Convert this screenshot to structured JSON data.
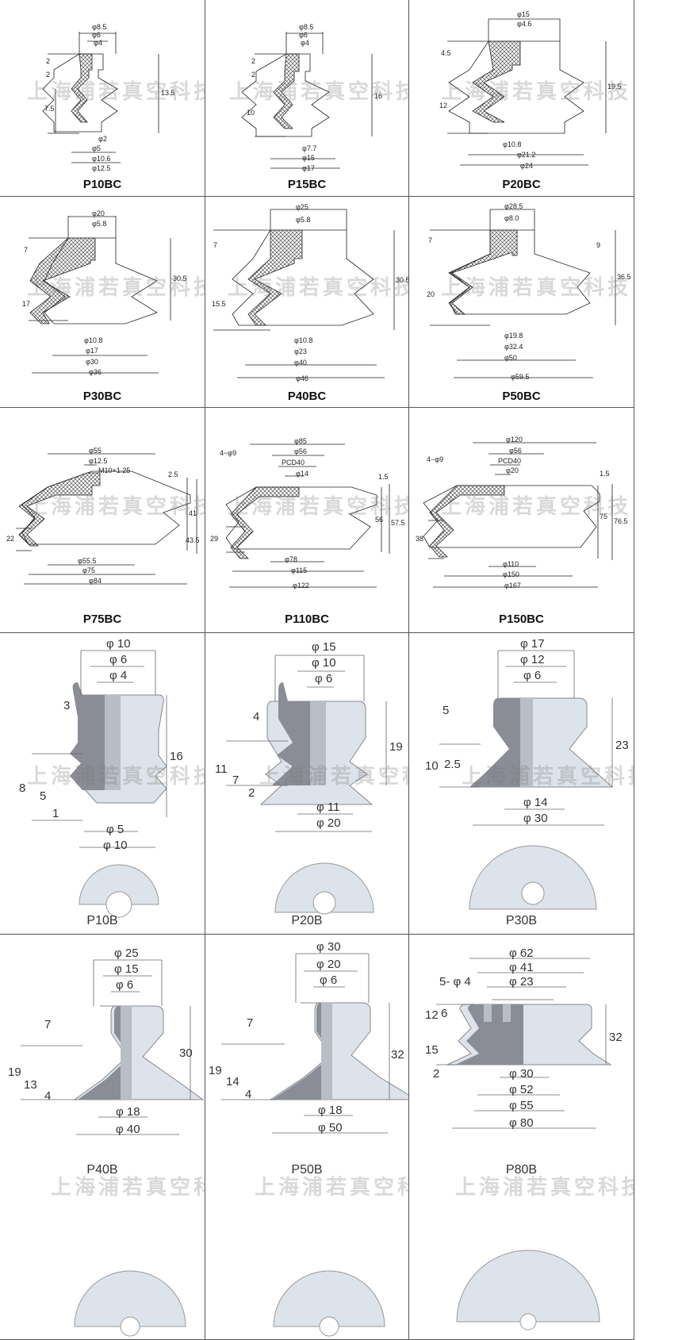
{
  "cells": [
    {
      "model": "P10BC",
      "dims": [
        "φ8.5",
        "φ6",
        "φ4",
        "2",
        "2",
        "7.5",
        "13.5",
        "φ2",
        "φ5",
        "φ10.6",
        "φ12.5"
      ]
    },
    {
      "model": "P15BC",
      "dims": [
        "φ8.5",
        "φ6",
        "φ4",
        "2",
        "2",
        "10",
        "16",
        "φ7.7",
        "φ15",
        "φ17"
      ]
    },
    {
      "model": "P20BC",
      "dims": [
        "φ15",
        "φ4.6",
        "4.5",
        "12",
        "19.5",
        "φ10.8",
        "φ21.2",
        "φ24"
      ]
    },
    {
      "model": "P30BC",
      "dims": [
        "φ20",
        "φ5.8",
        "7",
        "17",
        "30.5",
        "φ10.8",
        "φ17",
        "φ30",
        "φ36"
      ]
    },
    {
      "model": "P40BC",
      "dims": [
        "φ25",
        "φ5.8",
        "7",
        "15.5",
        "30.5",
        "φ10.8",
        "φ23",
        "φ40",
        "φ46"
      ]
    },
    {
      "model": "P50BC",
      "dims": [
        "φ28.5",
        "φ8.0",
        "7",
        "20",
        "9",
        "36.5",
        "φ19.8",
        "φ32.4",
        "φ50",
        "φ59.5"
      ]
    },
    {
      "model": "P75BC",
      "dims": [
        "φ55",
        "φ12.5",
        "M10×1.25",
        "2.5",
        "22",
        "41",
        "43.5",
        "φ55.5",
        "φ75",
        "φ84"
      ]
    },
    {
      "model": "P110BC",
      "dims": [
        "4−φ9",
        "φ85",
        "φ56",
        "PCD40",
        "φ14",
        "1.5",
        "29",
        "56",
        "57.5",
        "φ78",
        "φ115",
        "φ122"
      ]
    },
    {
      "model": "P150BC",
      "dims": [
        "φ120",
        "φ56",
        "4−φ9",
        "PCD40",
        "φ20",
        "1.5",
        "38",
        "75",
        "76.5",
        "φ110",
        "φ150",
        "φ167"
      ]
    },
    {
      "model": "P10B",
      "dims": [
        "φ 10",
        "φ 6",
        "φ 4",
        "3",
        "16",
        "8",
        "5",
        "1",
        "φ 5",
        "φ 10"
      ]
    },
    {
      "model": "P20B",
      "dims": [
        "φ 15",
        "φ 10",
        "φ 6",
        "4",
        "19",
        "11",
        "7",
        "2",
        "φ 11",
        "φ 20"
      ]
    },
    {
      "model": "P30B",
      "dims": [
        "φ 17",
        "φ 12",
        "φ 6",
        "5",
        "23",
        "10",
        "2.5",
        "φ 14",
        "φ 30"
      ]
    },
    {
      "model": "P40B",
      "dims": [
        "φ 25",
        "φ 15",
        "φ 6",
        "7",
        "30",
        "19",
        "13",
        "4",
        "φ 18",
        "φ 40"
      ]
    },
    {
      "model": "P50B",
      "dims": [
        "φ 30",
        "φ 20",
        "φ 6",
        "7",
        "32",
        "19",
        "14",
        "4",
        "φ 18",
        "φ 50"
      ]
    },
    {
      "model": "P80B",
      "dims": [
        "φ 62",
        "φ 41",
        "5- φ 4",
        "φ 23",
        "12",
        "6",
        "32",
        "15",
        "2",
        "φ 30",
        "φ 52",
        "φ 55",
        "φ 80"
      ]
    }
  ],
  "watermark": "上海浦若真空科技",
  "colors": {
    "line": "#222222",
    "hatch": "#333333",
    "fill": "#dde3ea",
    "dark": "#8a8d95",
    "mid": "#b9bdc6"
  }
}
